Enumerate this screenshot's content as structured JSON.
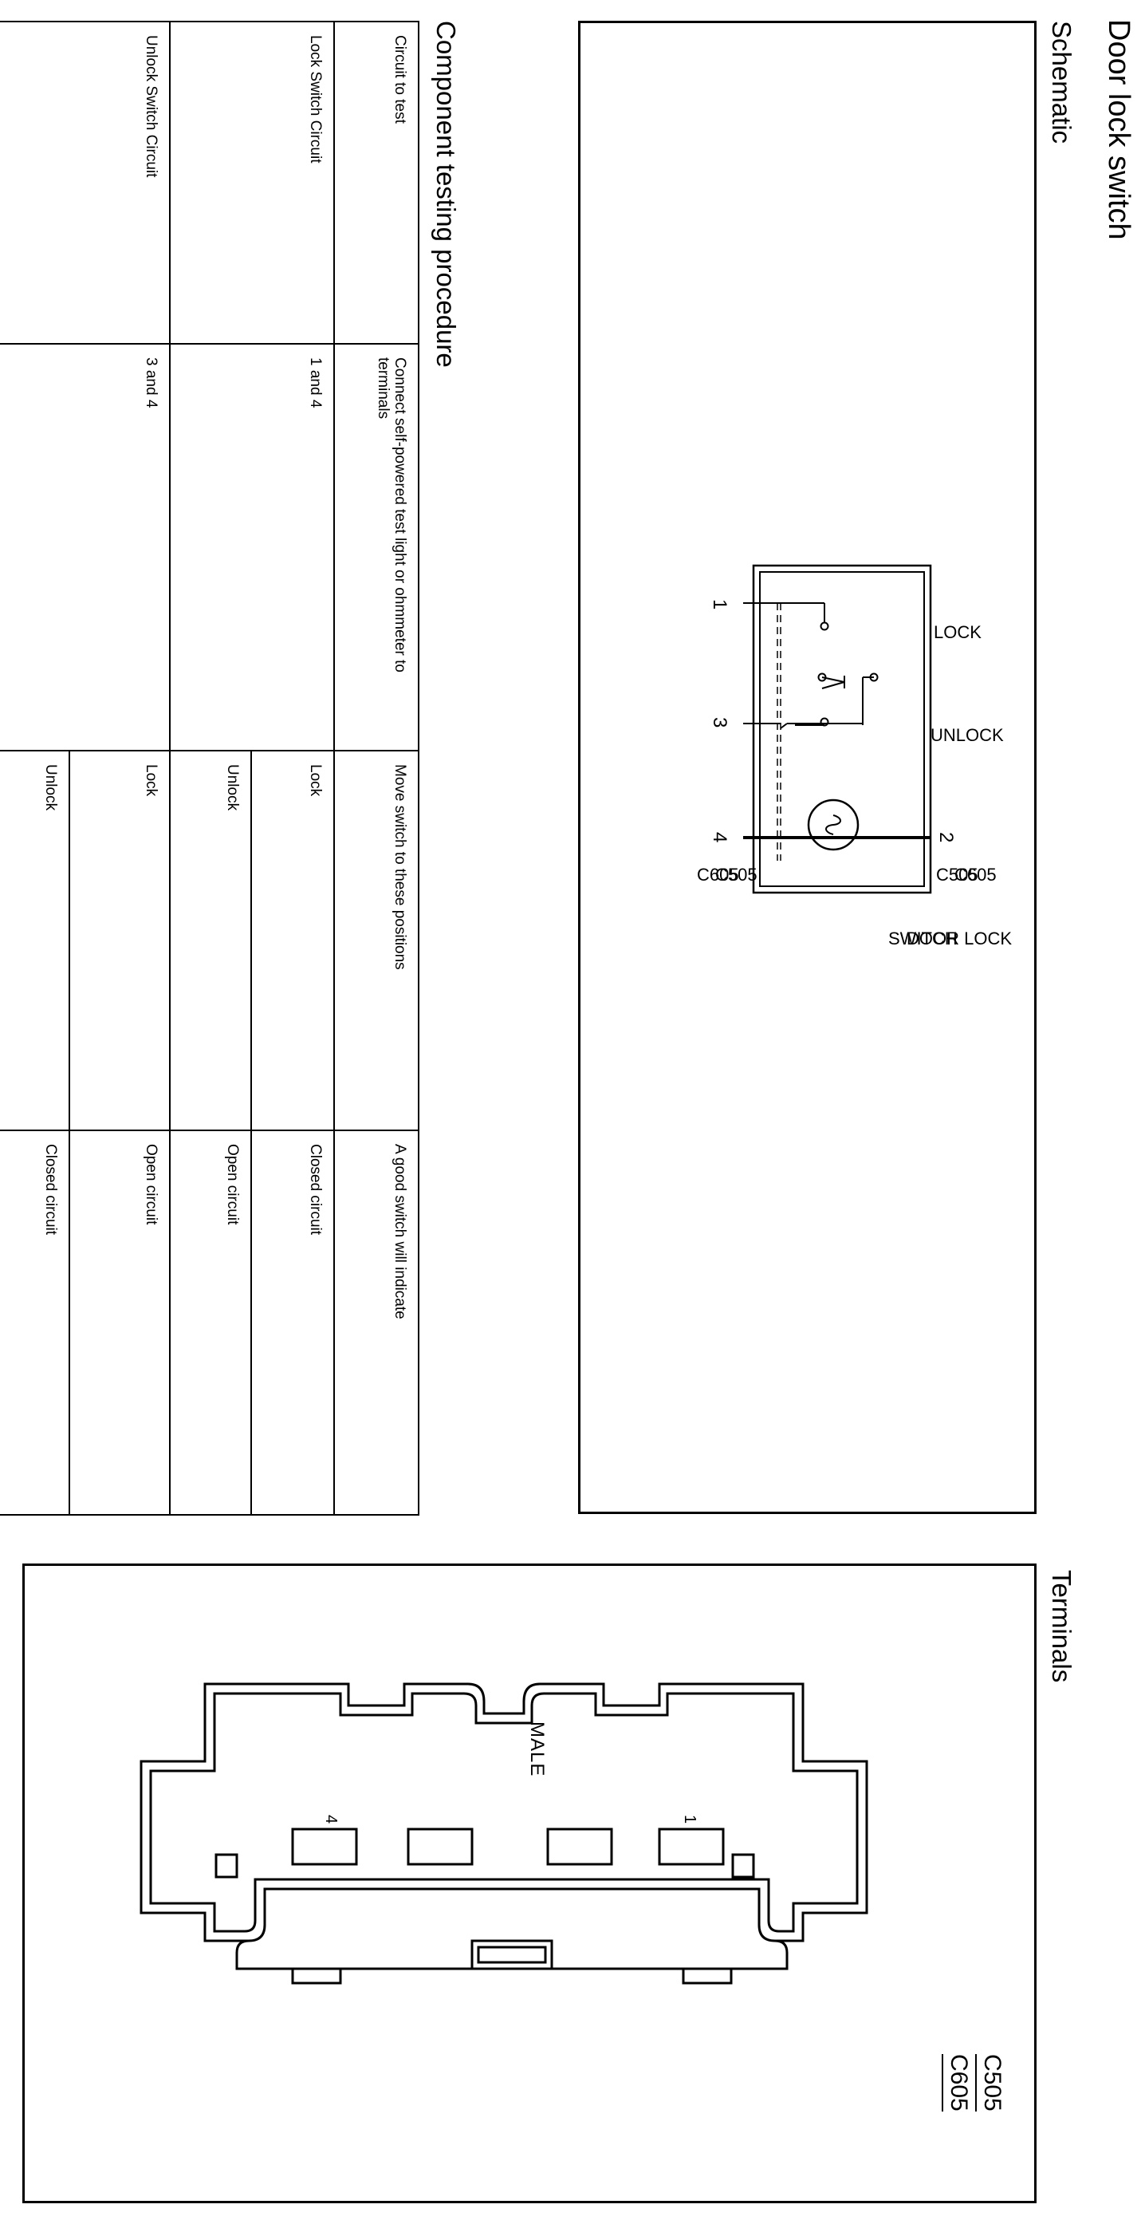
{
  "title": "Door lock switch",
  "schematic": {
    "heading": "Schematic",
    "label_lock": "LOCK",
    "label_unlock": "UNLOCK",
    "label_switch_line1": "DOOR LOCK",
    "label_switch_line2": "SWITCH",
    "pin_1": "1",
    "pin_2": "2",
    "pin_3": "3",
    "pin_4": "4",
    "conn_top_1": "C605",
    "conn_top_2": "C505",
    "conn_bottom_1": "C505",
    "conn_bottom_2": "C605"
  },
  "procedure": {
    "heading": "Component testing procedure",
    "columns": [
      "Circuit to test",
      "Connect self-powered test light or ohmmeter to terminals",
      "Move switch to these positions",
      "A good switch will indicate"
    ],
    "circuits": [
      {
        "name": "Lock Switch Circuit",
        "terminals": "1 and 4",
        "rows": [
          {
            "position": "Lock",
            "result": "Closed circuit"
          },
          {
            "position": "Unlock",
            "result": "Open circuit"
          }
        ]
      },
      {
        "name": "Unlock Switch Circuit",
        "terminals": "3 and 4",
        "rows": [
          {
            "position": "Lock",
            "result": "Open circuit"
          },
          {
            "position": "Unlock",
            "result": "Closed circuit"
          }
        ]
      }
    ]
  },
  "terminals": {
    "heading": "Terminals",
    "conn_1": "C505",
    "conn_2": "C605",
    "gender": "MALE",
    "pin_first": "1",
    "pin_last": "4"
  }
}
